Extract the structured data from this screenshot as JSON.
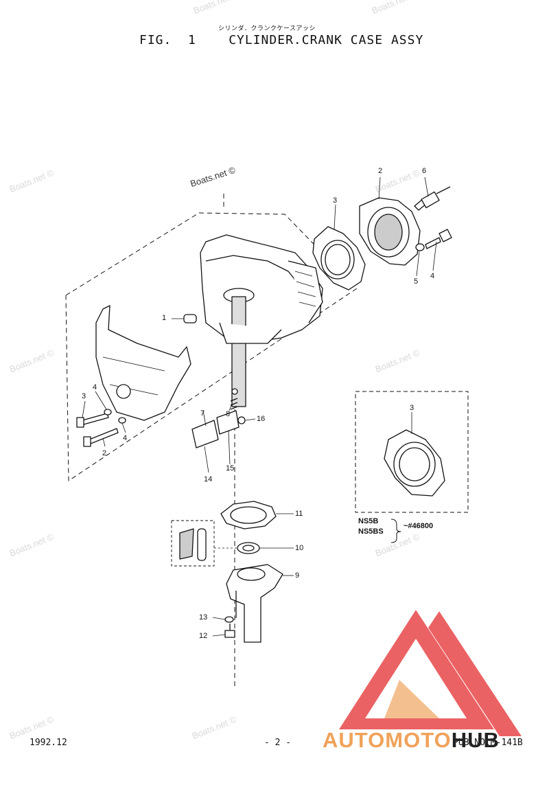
{
  "header": {
    "japanese_title": "シリンダ．クランクケースアッシ",
    "figure_title": "FIG.  1    CYLINDER.CRANK CASE ASSY"
  },
  "watermark": {
    "main": "Boats.net ©",
    "repeat": "Boats.net ©"
  },
  "callouts": {
    "c1": "1",
    "c2a": "2",
    "c2b": "2",
    "c3a": "3",
    "c3b": "3",
    "c3c": "3",
    "c4a": "4",
    "c4b": "4",
    "c4c": "4",
    "c5": "5",
    "c6": "6",
    "c7": "7",
    "c8": "8",
    "c9": "9",
    "c10": "10",
    "c11": "11",
    "c12": "12",
    "c13": "13",
    "c14": "14",
    "c15": "15",
    "c16": "16"
  },
  "variant": {
    "model1": "NS5B",
    "model2": "NS5BS",
    "serial": "~#46800"
  },
  "footer": {
    "date": "1992.12",
    "page": "- 2 -",
    "pub": "PUB.NO.M-141B"
  },
  "logo": {
    "part1": "AUTOMOTO",
    "part2": "HUB",
    "colors": {
      "red": "#e8474a",
      "orange": "#f0a25a",
      "dark": "#222222"
    }
  }
}
